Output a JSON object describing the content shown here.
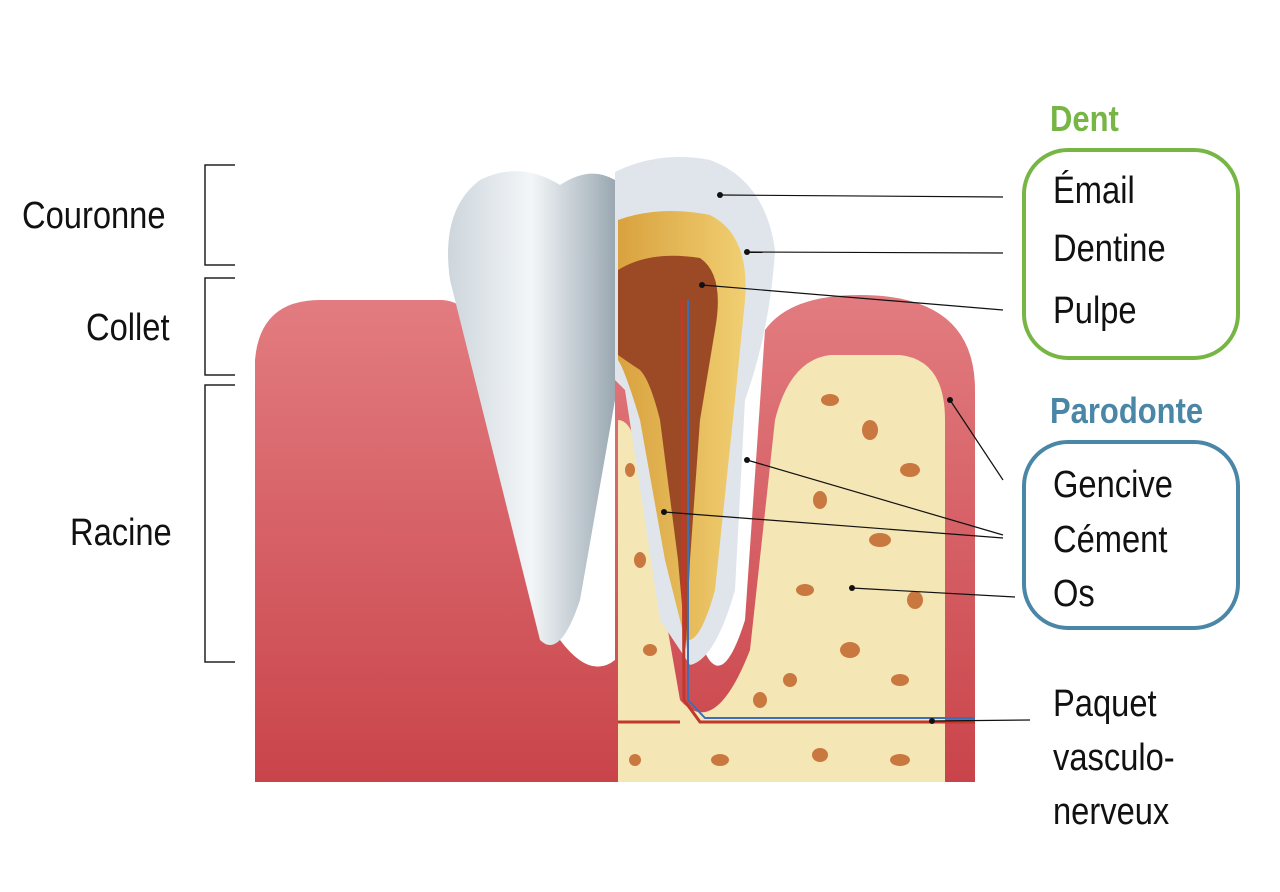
{
  "sections": {
    "crown": "Couronne",
    "neck": "Collet",
    "root": "Racine"
  },
  "tooth": {
    "title": "Dent",
    "color": "#77b545",
    "items": [
      "Émail",
      "Dentine",
      "Pulpe"
    ]
  },
  "periodontium": {
    "title": "Parodonte",
    "color": "#4a86a6",
    "items": [
      "Gencive",
      "Cément",
      "Os"
    ]
  },
  "neurovascular": {
    "lines": [
      "Paquet",
      "vasculo-",
      "nerveux"
    ]
  }
}
